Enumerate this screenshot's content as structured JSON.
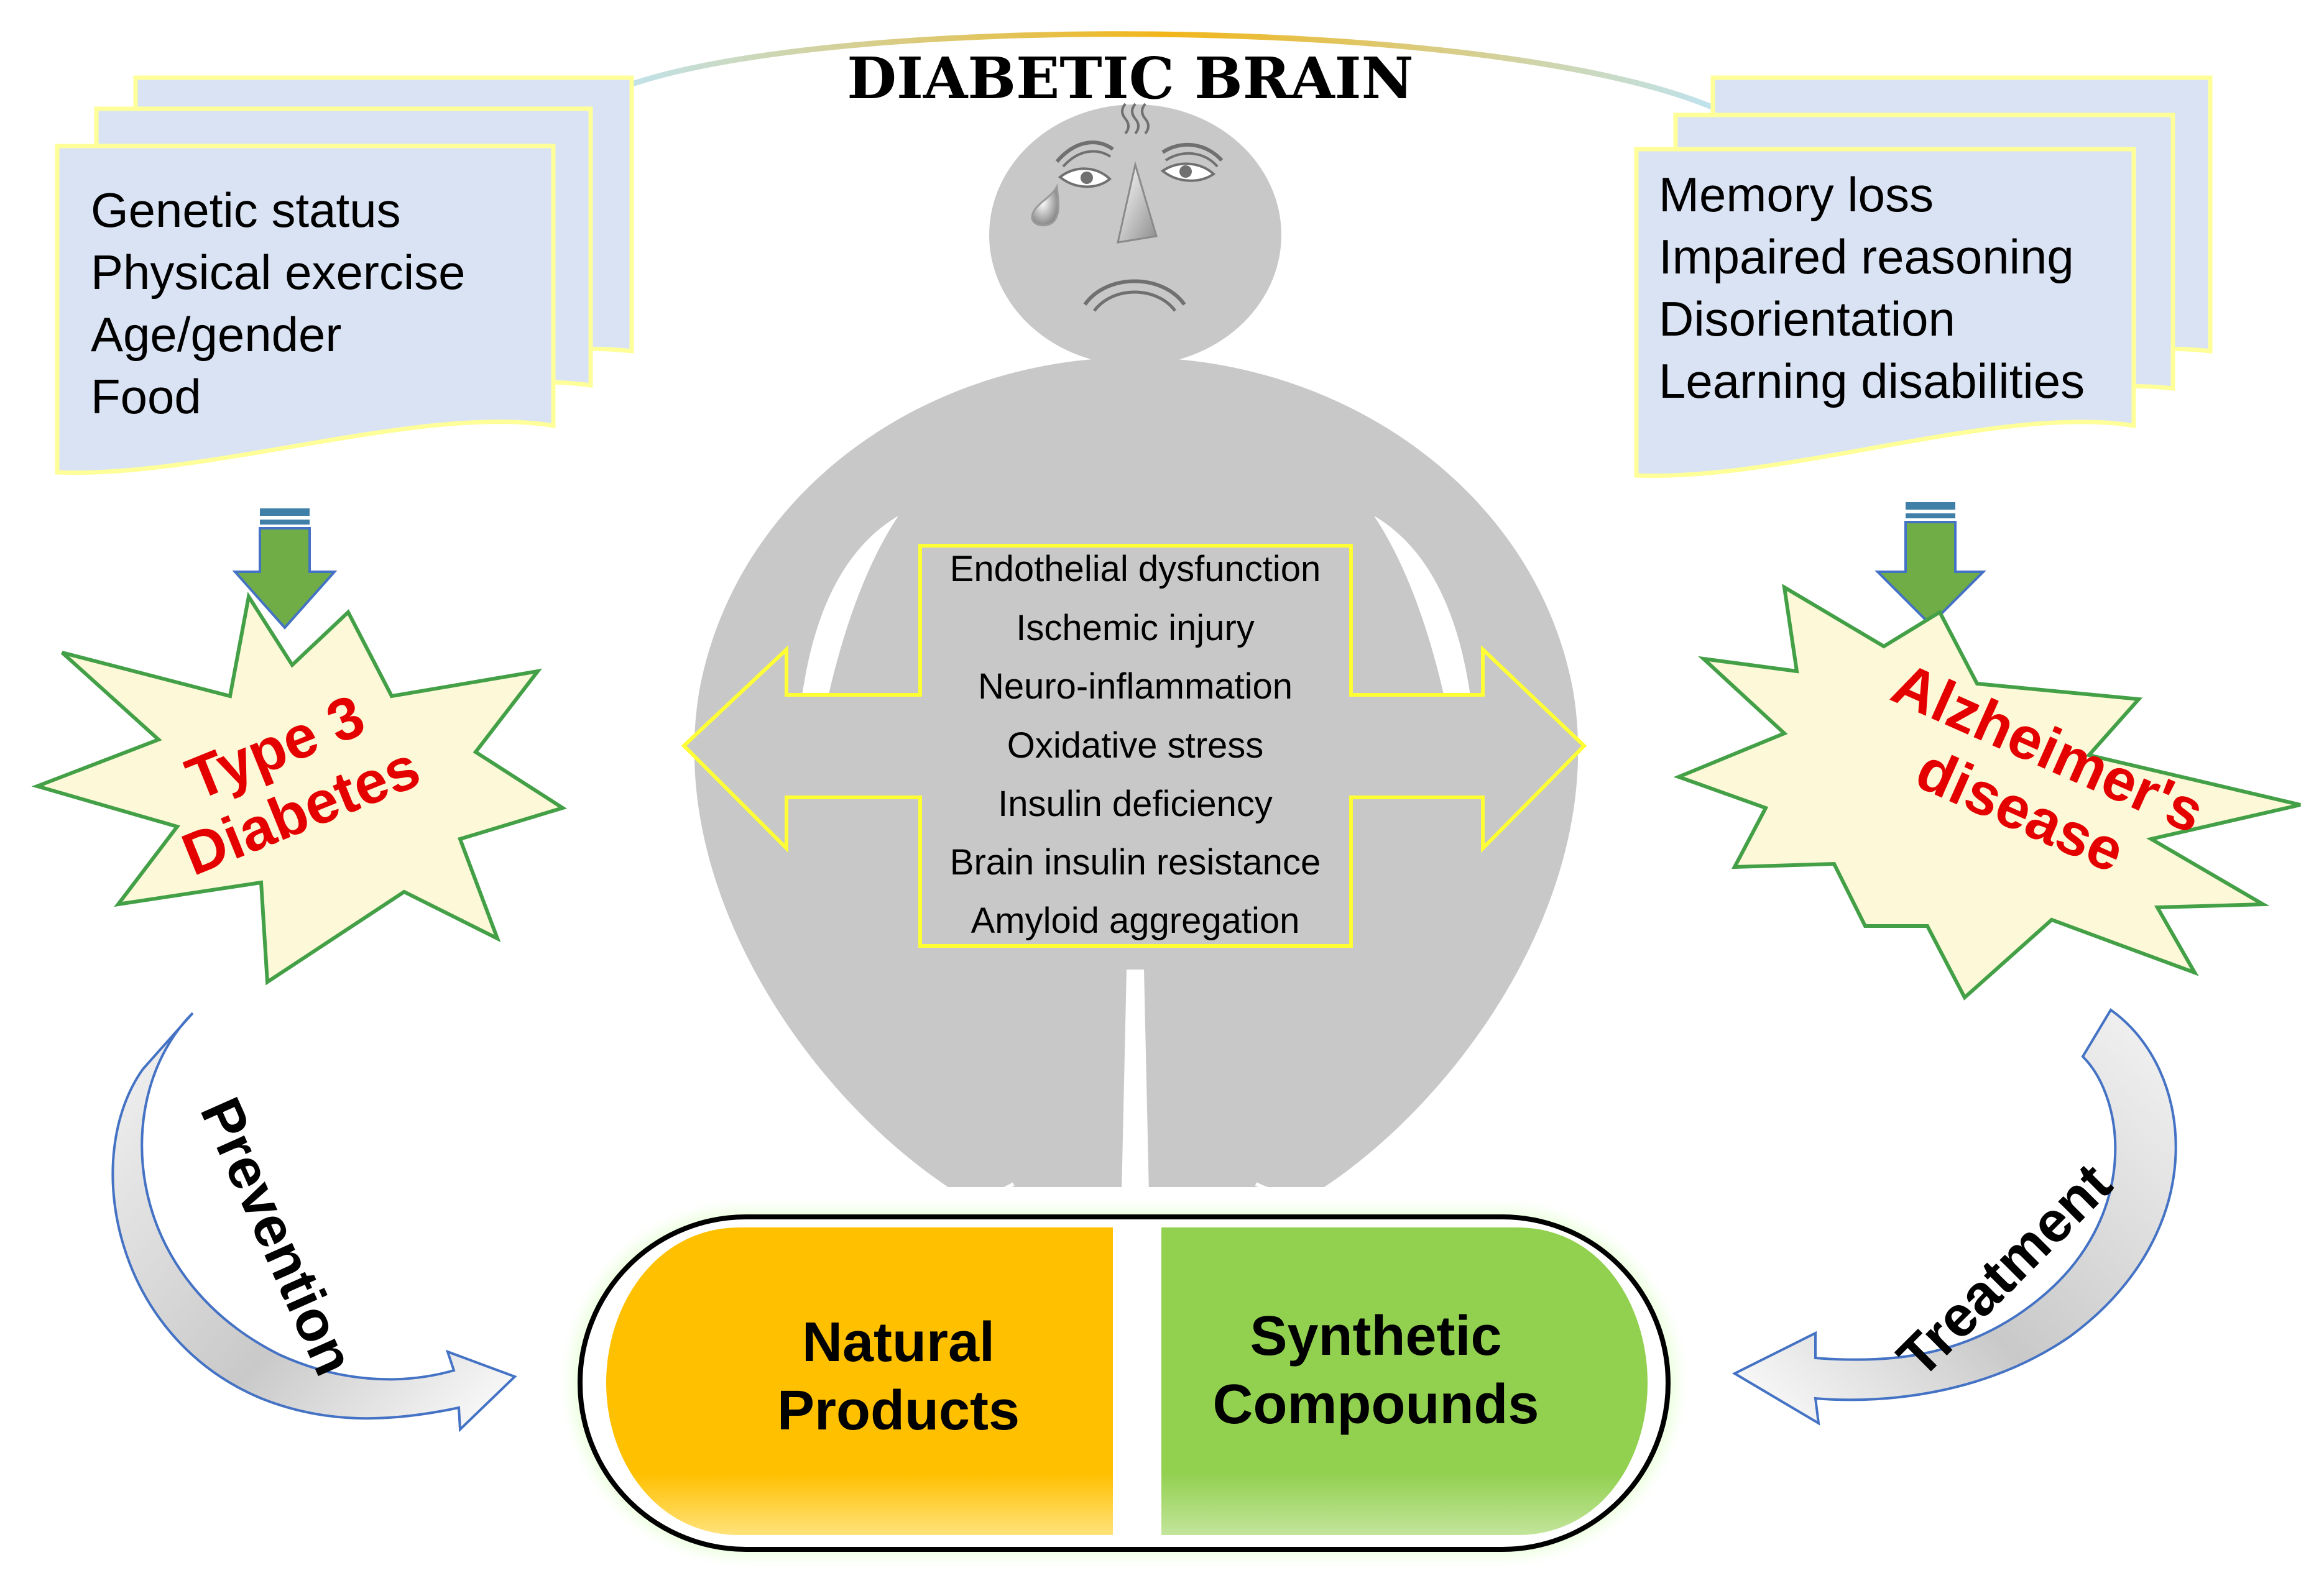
{
  "title": "DIABETIC BRAIN",
  "risk_factors": [
    "Genetic status",
    "Physical exercise",
    "Age/gender",
    "Food"
  ],
  "symptoms": [
    "Memory loss",
    "Impaired reasoning",
    "Disorientation",
    "Learning disabilities"
  ],
  "left_burst": [
    "Type 3",
    "Diabetes"
  ],
  "right_burst": [
    "Alzheimer's",
    "disease"
  ],
  "mechanisms": [
    "Endothelial dysfunction",
    "Ischemic injury",
    "Neuro-inflammation",
    "Oxidative stress",
    "Insulin deficiency",
    "Brain insulin resistance",
    "Amyloid aggregation"
  ],
  "prevention_label": "Prevention",
  "treatment_label": "Treatment",
  "capsule": {
    "left": [
      "Natural",
      "Products"
    ],
    "right": [
      "Synthetic",
      "Compounds"
    ]
  },
  "colors": {
    "doc_fill": "#dae3f3",
    "doc_stroke": "#ffff99",
    "arrow_green": "#70ad47",
    "burst_fill": "#fdf8d8",
    "burst_stroke": "#43a047",
    "burst_text": "#e50000",
    "body_gray": "#c8c8c8",
    "capsule_orange": "#ffc000",
    "capsule_green": "#92d050",
    "curve_outline": "#4472c4"
  }
}
